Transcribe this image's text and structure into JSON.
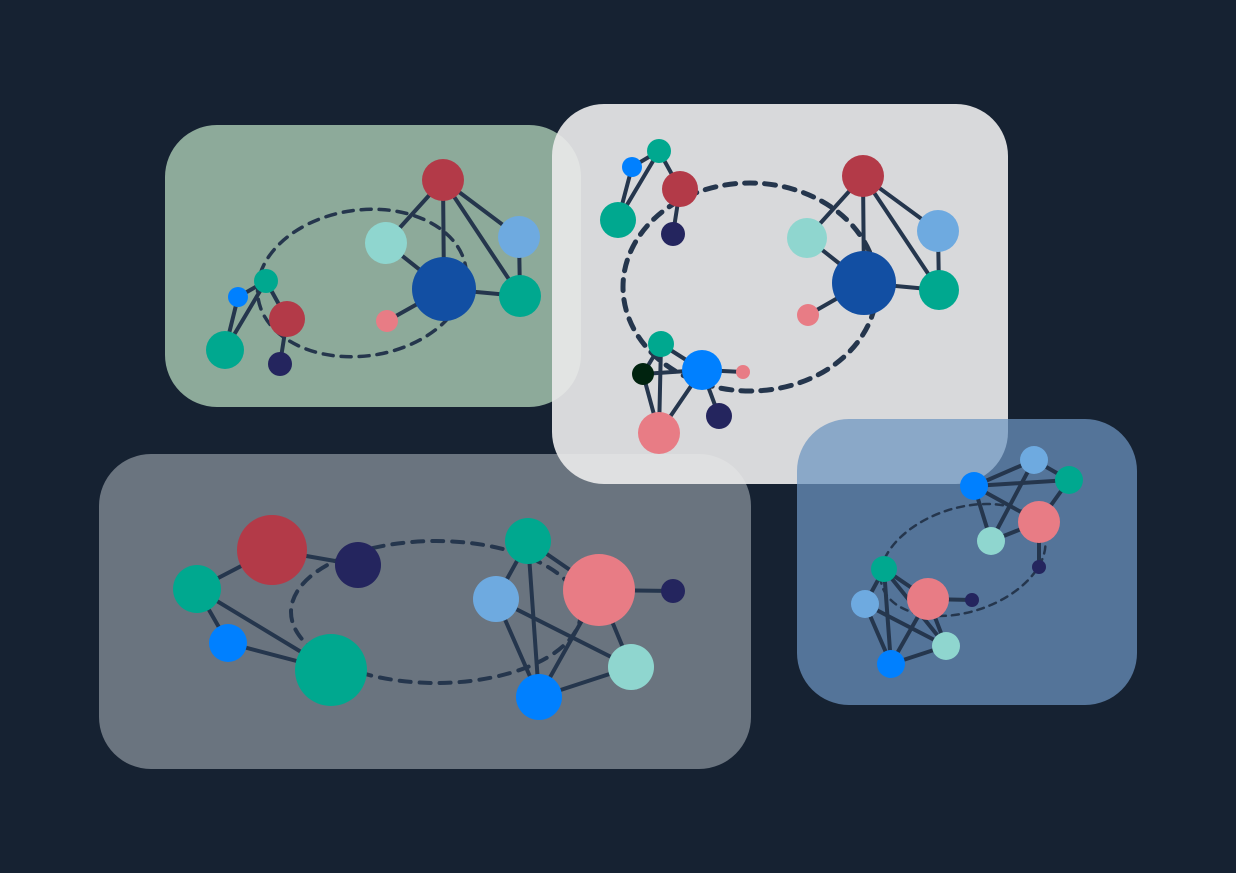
{
  "background": "#162232",
  "palette": {
    "edge": "#25364d",
    "panel_green": "#b6d8bd",
    "panel_white": "#e9e9e9",
    "panel_gray": "#b0b8bf",
    "panel_blue": "#6c94c0"
  },
  "panels": [
    {
      "id": "panel-green",
      "color": "#b6d8bd",
      "opacity": 0.75
    },
    {
      "id": "panel-white",
      "color": "#e9e9e9",
      "opacity": 0.92
    },
    {
      "id": "panel-gray",
      "color": "#b0b8bf",
      "opacity": 0.55
    },
    {
      "id": "panel-blue",
      "color": "#6c94c0",
      "opacity": 0.72
    }
  ],
  "node_colors": {
    "red": "#b33a48",
    "teal": "#00a88f",
    "light_teal": "#8fd6cf",
    "blue": "#0080ff",
    "sky": "#6eaae0",
    "navy": "#24255e",
    "royal": "#124fa3",
    "pink": "#e87c85",
    "dark_green": "#00230f"
  }
}
